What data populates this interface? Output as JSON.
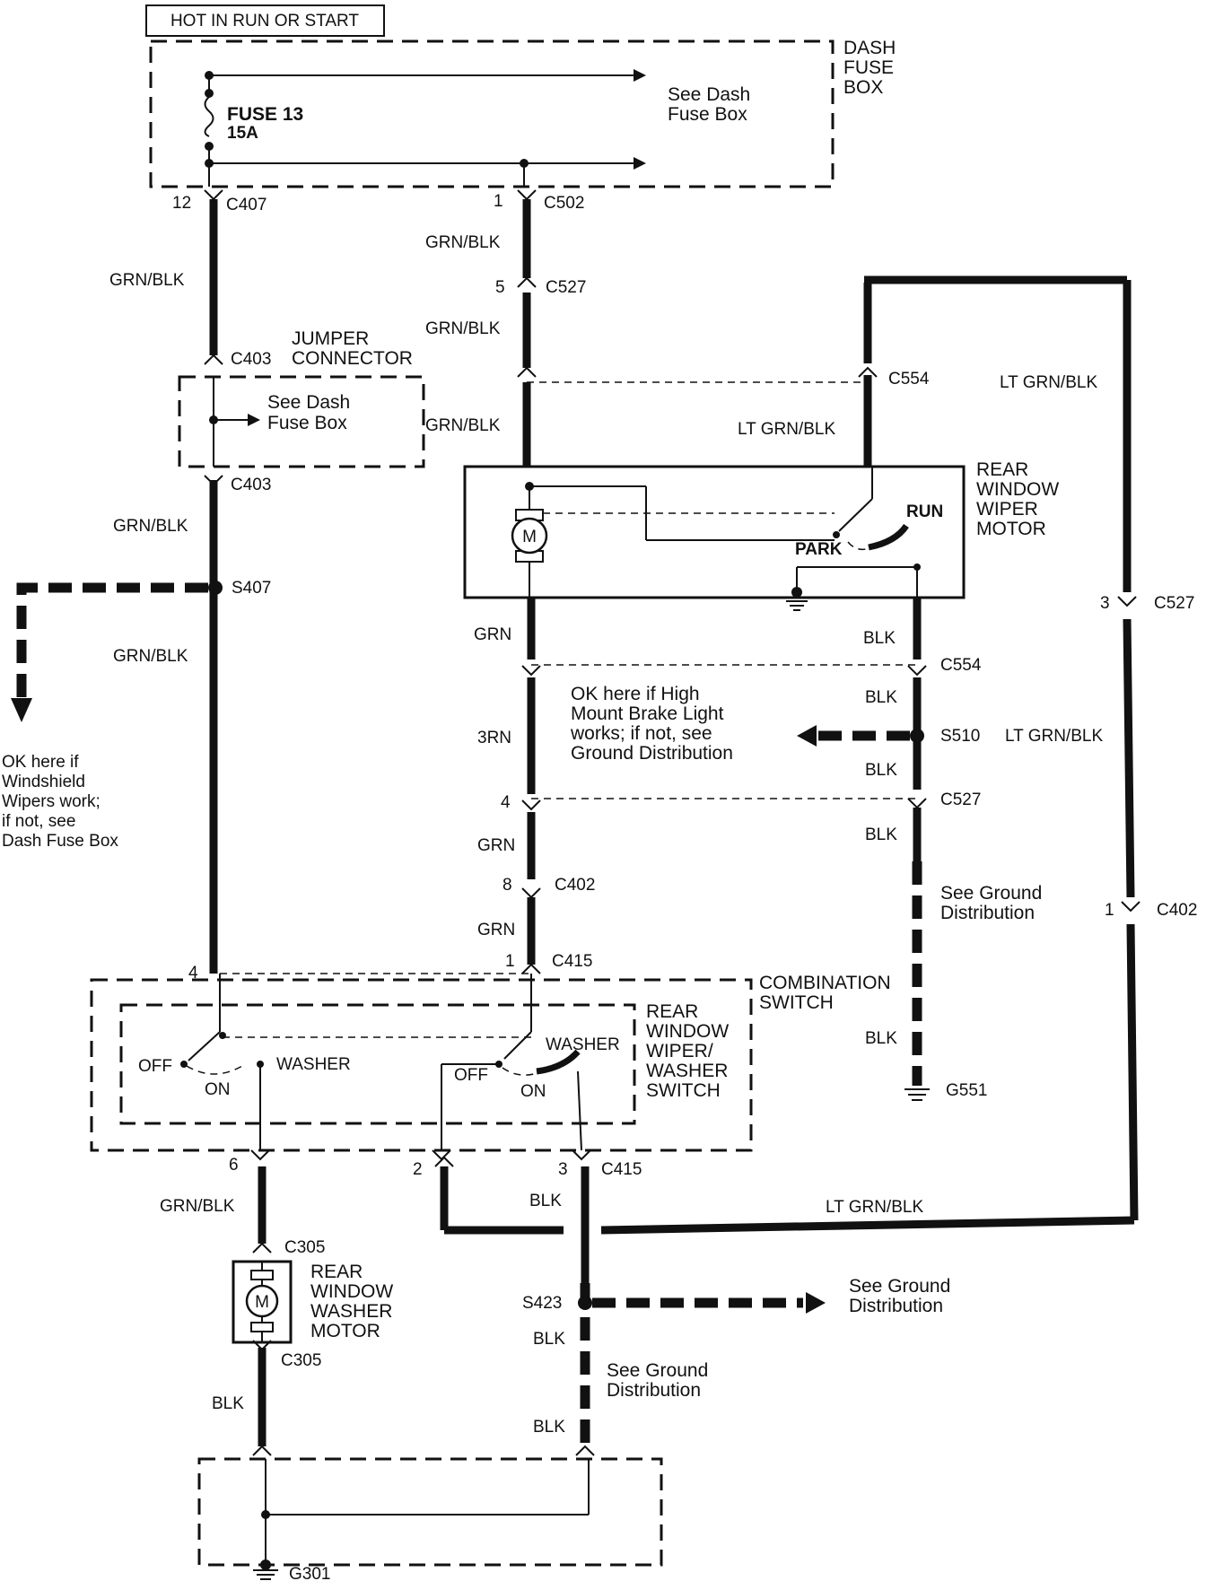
{
  "supply": {
    "header": "HOT IN RUN OR START"
  },
  "dash_fuse_box": {
    "title": [
      "DASH",
      "FUSE",
      "BOX"
    ],
    "see": [
      "See Dash",
      "Fuse Box"
    ],
    "fuse_name": "FUSE 13",
    "fuse_rating": "15A"
  },
  "jumper": {
    "title": [
      "JUMPER",
      "CONNECTOR"
    ],
    "see": [
      "See Dash",
      "Fuse Box"
    ]
  },
  "wiper_motor": {
    "title": [
      "REAR",
      "WINDOW",
      "WIPER",
      "MOTOR"
    ],
    "run": "RUN",
    "park": "PARK",
    "motor": "M"
  },
  "combination_switch": {
    "title": [
      "COMBINATION",
      "SWITCH"
    ],
    "sub_title": [
      "REAR",
      "WINDOW",
      "WIPER/",
      "WASHER",
      "SWITCH"
    ],
    "off": "OFF",
    "on": "ON",
    "washer": "WASHER"
  },
  "washer_motor": {
    "title": [
      "REAR",
      "WINDOW",
      "WASHER",
      "MOTOR"
    ],
    "motor": "M"
  },
  "notes": {
    "windshield": [
      "OK here if",
      "Windshield",
      "Wipers work;",
      "if not, see",
      "Dash Fuse Box"
    ],
    "brake_light": [
      "OK here if High",
      "Mount Brake Light",
      "works; if not, see",
      "Ground Distribution"
    ],
    "ground1": [
      "See Ground",
      "Distribution"
    ],
    "ground2": [
      "See Ground",
      "Distribution"
    ],
    "ground3": [
      "See Ground",
      "Distribution"
    ]
  },
  "wire_colors": {
    "grn_blk": "GRN/BLK",
    "lt_grn_blk": "LT GRN/BLK",
    "grn": "GRN",
    "grn_partial": "3RN",
    "blk": "BLK"
  },
  "connectors": {
    "c407": "C407",
    "c502": "C502",
    "c527": "C527",
    "c403": "C403",
    "c554": "C554",
    "s407": "S407",
    "s510": "S510",
    "c402": "C402",
    "c415": "C415",
    "c305": "C305",
    "s423": "S423",
    "g551": "G551",
    "g301": "G301"
  },
  "pins": {
    "p12": "12",
    "p1": "1",
    "p5": "5",
    "p4": "4",
    "p8": "8",
    "p3": "3",
    "p6": "6",
    "p2": "2"
  }
}
